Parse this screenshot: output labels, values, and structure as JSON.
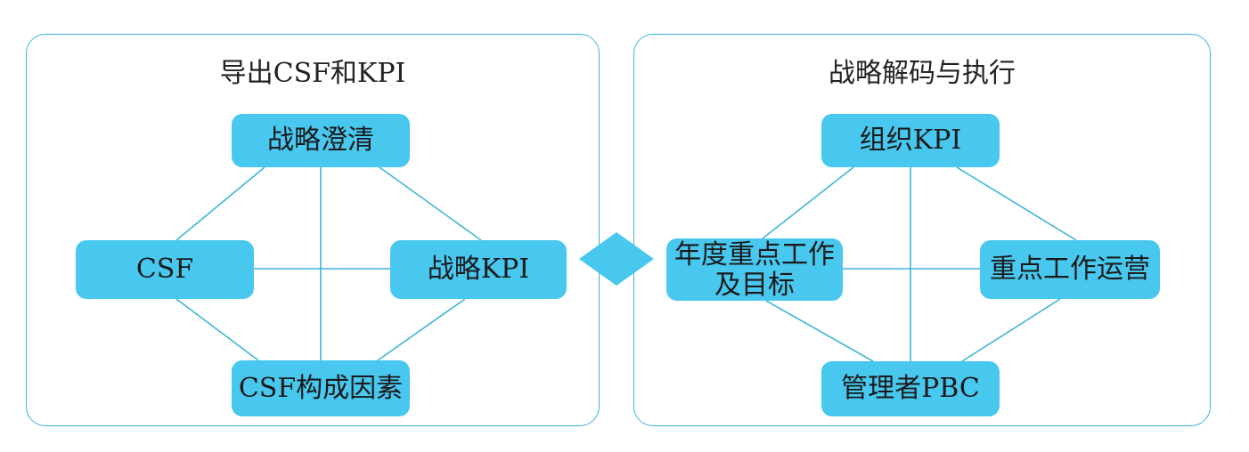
{
  "colors": {
    "node_fill": "#48c7ef",
    "border": "#3db5d8",
    "line": "#3db5d8",
    "text": "#222222"
  },
  "left_panel": {
    "title": "导出CSF和KPI",
    "nodes": {
      "top": "战略澄清",
      "left": "CSF",
      "right": "战略KPI",
      "bottom": "CSF构成因素"
    }
  },
  "right_panel": {
    "title": "战略解码与执行",
    "nodes": {
      "top": "组织KPI",
      "left": "年度重点工作\n及目标",
      "right": "重点工作运营",
      "bottom": "管理者PBC"
    }
  }
}
